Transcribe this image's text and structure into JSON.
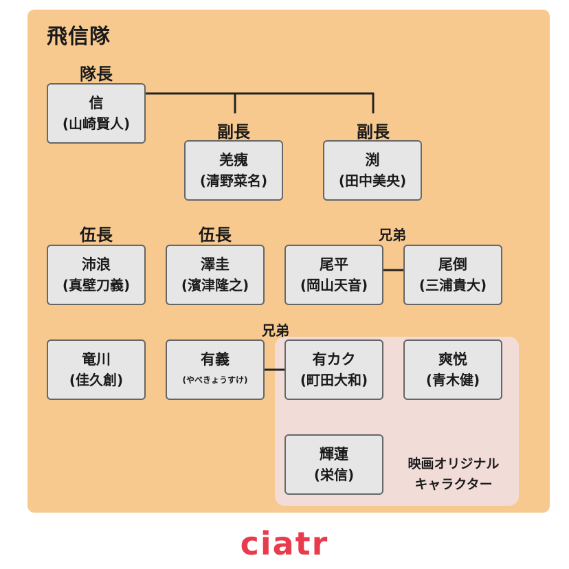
{
  "title": "飛信隊",
  "roles": {
    "captain": "隊長",
    "vice_captain_1": "副長",
    "vice_captain_2": "副長",
    "squad_leader_1": "伍長",
    "squad_leader_2": "伍長"
  },
  "siblings": {
    "label_1": "兄弟",
    "label_2": "兄弟"
  },
  "members": {
    "shin": {
      "name": "信",
      "actor": "(山崎賢人)"
    },
    "kyokai": {
      "name": "羌瘣",
      "actor": "(清野菜名)"
    },
    "en": {
      "name": "渕",
      "actor": "(田中美央)"
    },
    "hairou": {
      "name": "沛浪",
      "actor": "(真壁刀義)"
    },
    "takukei": {
      "name": "澤圭",
      "actor": "(濱津隆之)"
    },
    "bihei": {
      "name": "尾平",
      "actor": "(岡山天音)"
    },
    "bitou": {
      "name": "尾倒",
      "actor": "(三浦貴大)"
    },
    "ryuusen": {
      "name": "竜川",
      "actor": "(佳久創)"
    },
    "yuugi": {
      "name": "有義",
      "actor": "(やべきょうすけ)"
    },
    "yuukaku": {
      "name": "有カク",
      "actor": "(町田大和)"
    },
    "souetsu": {
      "name": "爽悦",
      "actor": "(青木健)"
    },
    "kiren": {
      "name": "輝蓮",
      "actor": "(栄信)"
    }
  },
  "original_note": {
    "line1": "映画オリジナル",
    "line2": "キャラクター"
  },
  "logo": "ciatr",
  "colors": {
    "panel": "#f7c98f",
    "subpanel": "#f2dcd8",
    "card": "#e6e6e6",
    "card_border": "#666666",
    "logo": "#e83b4d"
  }
}
